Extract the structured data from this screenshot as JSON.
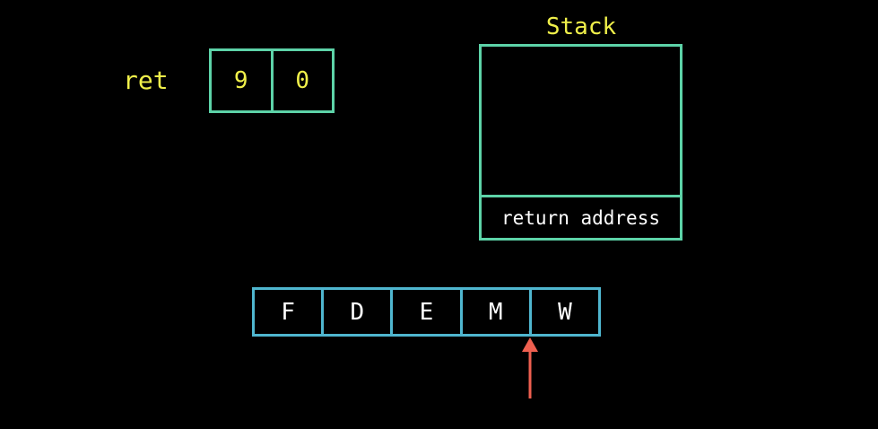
{
  "colors": {
    "background": "#000000",
    "label": "#f0f04a",
    "ret_border": "#5dd3a8",
    "stack_border": "#5dd3a8",
    "array_border": "#4fb6cf",
    "cell_text": "#ffffff",
    "pointer": "#ef6050"
  },
  "ret": {
    "label": "ret",
    "values": [
      "9",
      "0"
    ]
  },
  "stack": {
    "title": "Stack",
    "entries": [
      "return address"
    ]
  },
  "array": {
    "cells": [
      "F",
      "D",
      "E",
      "M",
      "W"
    ],
    "pointer_index": 4
  }
}
